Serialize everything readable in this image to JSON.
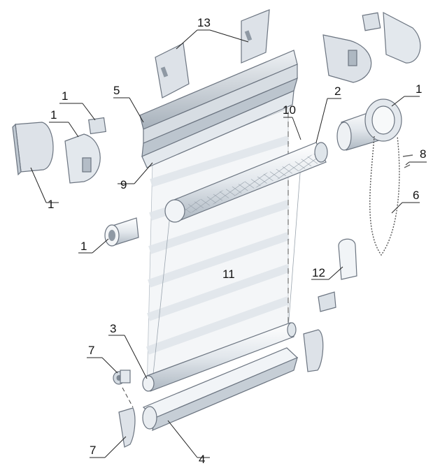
{
  "diagram": {
    "labels": [
      "1",
      "1",
      "1",
      "1",
      "1",
      "1",
      "2",
      "3",
      "4",
      "5",
      "6",
      "7",
      "7",
      "8",
      "9",
      "10",
      "11",
      "12",
      "13"
    ]
  }
}
